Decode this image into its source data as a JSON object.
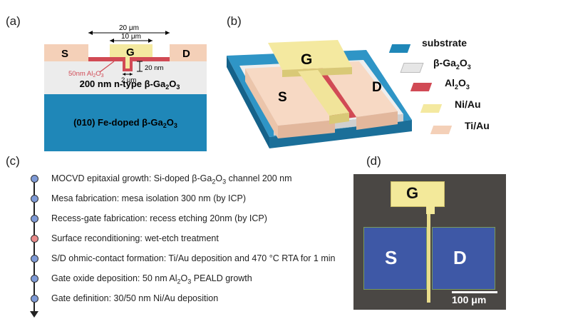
{
  "panel_a": {
    "label": "(a)",
    "dim_outer": "20 μm",
    "dim_gate": "10 μm",
    "source": "S",
    "gate": "G",
    "drain": "D",
    "oxide_note_prefix": "50nm Al",
    "oxide_note_sub": "2",
    "oxide_note_mid": "O",
    "oxide_note_sub2": "3",
    "recess_depth": "20 nm",
    "recess_width": "2 μm",
    "channel_prefix": "200 nm n-type β-Ga",
    "channel_sub1": "2",
    "channel_mid": "O",
    "channel_sub2": "3",
    "substrate_prefix": "(010) Fe-doped β-Ga",
    "substrate_sub1": "2",
    "substrate_mid": "O",
    "substrate_sub2": "3",
    "colors": {
      "substrate": "#1f87b8",
      "channel": "#ececec",
      "oxide": "#d14a55",
      "gate": "#f4e9a0",
      "contact": "#f4d0b8"
    }
  },
  "panel_b": {
    "label": "(b)",
    "source": "S",
    "gate": "G",
    "drain": "D",
    "legend": [
      {
        "text": "substrate",
        "sub1": "",
        "mid": "",
        "sub2": "",
        "color": "#1f87b8"
      },
      {
        "text": "β-Ga",
        "sub1": "2",
        "mid": "O",
        "sub2": "3",
        "color": "#e6e6e6"
      },
      {
        "text": "Al",
        "sub1": "2",
        "mid": "O",
        "sub2": "3",
        "color": "#d14a55"
      },
      {
        "text": "Ni/Au",
        "sub1": "",
        "mid": "",
        "sub2": "",
        "color": "#f4e9a0"
      },
      {
        "text": "Ti/Au",
        "sub1": "",
        "mid": "",
        "sub2": "",
        "color": "#f4d0b8"
      }
    ]
  },
  "panel_c": {
    "label": "(c)",
    "steps": [
      {
        "text": "MOCVD epitaxial growth: Si-doped β-Ga",
        "sub1": "2",
        "mid": "O",
        "sub2": "3",
        "rest": " channel 200 nm",
        "dot": "#7e9ad6"
      },
      {
        "text": "Mesa fabrication: mesa isolation 300 nm (by ICP)",
        "sub1": "",
        "mid": "",
        "sub2": "",
        "rest": "",
        "dot": "#7e9ad6"
      },
      {
        "text": "Recess-gate fabrication: recess etching 20nm (by ICP)",
        "sub1": "",
        "mid": "",
        "sub2": "",
        "rest": "",
        "dot": "#7e9ad6"
      },
      {
        "text": "Surface reconditioning: wet-etch treatment",
        "sub1": "",
        "mid": "",
        "sub2": "",
        "rest": "",
        "dot": "#e88a8a"
      },
      {
        "text": "S/D ohmic-contact formation: Ti/Au deposition and 470 °C RTA for 1 min",
        "sub1": "",
        "mid": "",
        "sub2": "",
        "rest": "",
        "dot": "#7e9ad6"
      },
      {
        "text": "Gate oxide deposition: 50 nm Al",
        "sub1": "2",
        "mid": "O",
        "sub2": "3",
        "rest": " PEALD growth",
        "dot": "#7e9ad6"
      },
      {
        "text": "Gate definition: 30/50 nm Ni/Au deposition",
        "sub1": "",
        "mid": "",
        "sub2": "",
        "rest": "",
        "dot": "#7e9ad6"
      }
    ]
  },
  "panel_d": {
    "label": "(d)",
    "gate": "G",
    "source": "S",
    "drain": "D",
    "scale": "100 μm"
  }
}
